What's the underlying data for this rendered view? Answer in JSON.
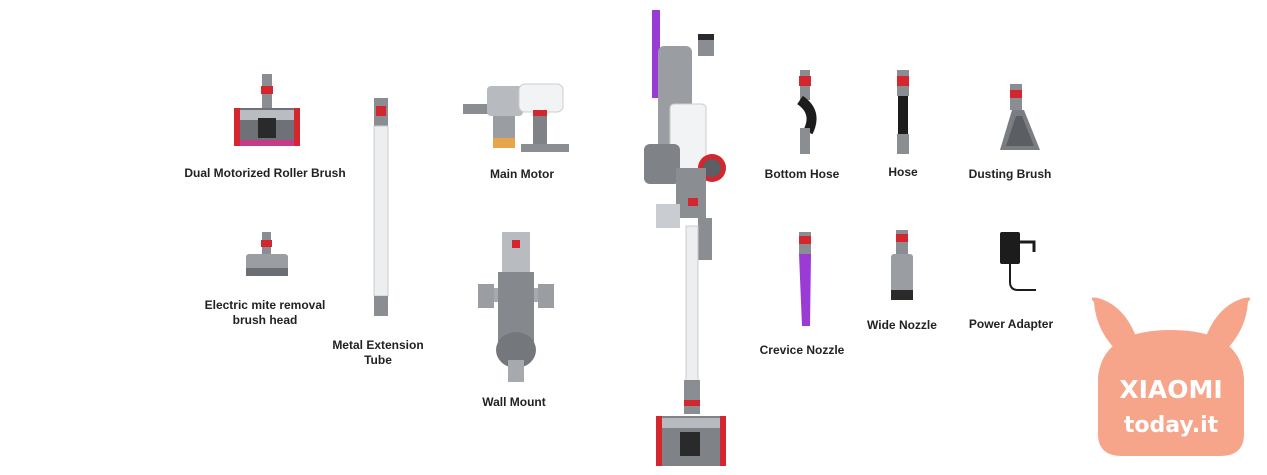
{
  "parts": {
    "roller_brush": "Dual Motorized Roller Brush",
    "mite_brush_line1": "Electric mite removal",
    "mite_brush_line2": "brush head",
    "extension_tube_line1": "Metal Extension",
    "extension_tube_line2": "Tube",
    "main_motor": "Main Motor",
    "wall_mount": "Wall Mount",
    "bottom_hose": "Bottom Hose",
    "hose": "Hose",
    "dusting_brush": "Dusting Brush",
    "crevice_nozzle": "Crevice Nozzle",
    "wide_nozzle": "Wide Nozzle",
    "power_adapter": "Power Adapter"
  },
  "watermark": {
    "brand": "XIAOMI",
    "site": "today.it",
    "color": "#f7a58a"
  },
  "colors": {
    "accent_red": "#d3262e",
    "metal_gray": "#8a8d91",
    "purple": "#9b3bd6"
  }
}
